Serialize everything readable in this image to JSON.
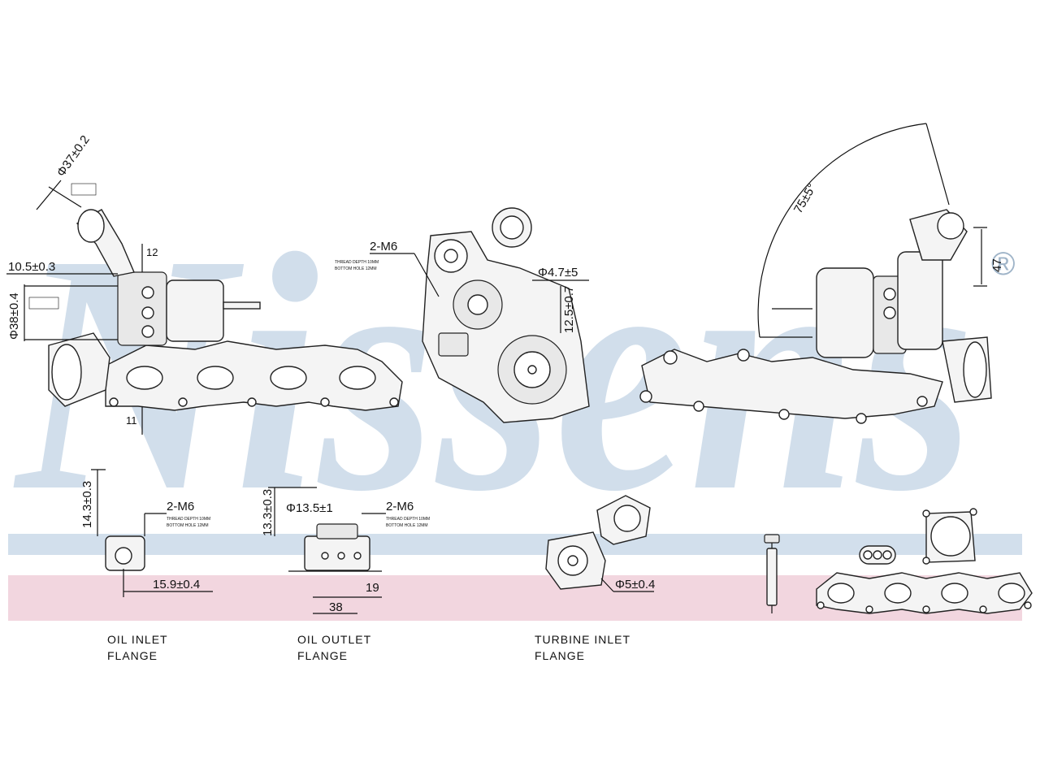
{
  "brand": {
    "watermark": "Nissens",
    "registered_mark": "®",
    "watermark_color": "#c9d9e8",
    "band_blue": "#d2dfec",
    "band_pink": "#f2d6df"
  },
  "dimensions": {
    "view1": {
      "dia_top": "Φ37±0.2",
      "width_left": "10.5±0.3",
      "dia_side": "Φ38±0.4",
      "label_top": "12",
      "small_label_bottom": "11"
    },
    "view2": {
      "bolts": "2-M6",
      "dia_right": "Φ4.7±5",
      "height_right": "12.5±0.7"
    },
    "view3": {
      "angle": "75±5°",
      "height_right": "47"
    },
    "oil_inlet": {
      "height": "14.3±0.3",
      "bolts": "2-M6",
      "width": "15.9±0.4"
    },
    "oil_outlet": {
      "height": "13.3±0.3",
      "dia": "Φ13.5±1",
      "bolts": "2-M6",
      "width_a": "19",
      "width_b": "38"
    },
    "turbine_inlet": {
      "dia": "Φ5±0.4"
    }
  },
  "captions": {
    "oil_inlet": [
      "OIL  INLET",
      "FLANGE"
    ],
    "oil_outlet": [
      "OIL  OUTLET",
      "FLANGE"
    ],
    "turbine_inlet": [
      "TURBINE  INLET",
      "FLANGE"
    ]
  }
}
